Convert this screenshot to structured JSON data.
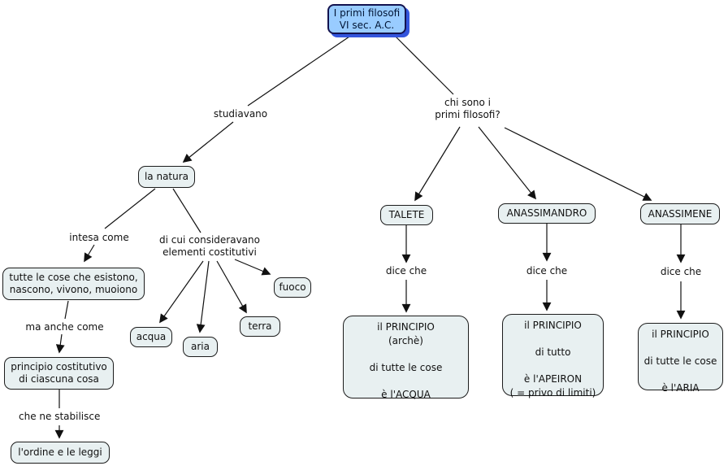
{
  "map": {
    "title": "I primi filosofi - concept map",
    "colors": {
      "root_fill": "#99ccff",
      "root_shadow": "#3355dd",
      "node_fill": "#e8f0f1",
      "connector": "#111111"
    },
    "root": {
      "lines": [
        "I primi filosofi",
        "VI sec. A.C."
      ]
    },
    "links": {
      "studiavano": "studiavano",
      "chi_sono": {
        "lines": [
          "chi sono i",
          "primi filosofi?"
        ]
      },
      "intesa_come": "intesa come",
      "di_cui": {
        "lines": [
          "di cui consideravano",
          "elementi costitutivi"
        ]
      },
      "ma_anche_come": "ma anche come",
      "che_ne_stabilisce": "che ne stabilisce",
      "dice_che_talete": "dice che",
      "dice_che_anassimandro": "dice che",
      "dice_che_anassimene": "dice che"
    },
    "nodes": {
      "la_natura": "la natura",
      "tutte_le_cose": {
        "lines": [
          "tutte le cose che esistono,",
          "nascono, vivono, muoiono"
        ]
      },
      "principio_costitutivo": {
        "lines": [
          "principio costitutivo",
          "di ciascuna cosa"
        ]
      },
      "ordine_leggi": "l'ordine e le leggi",
      "acqua": "acqua",
      "aria": "aria",
      "terra": "terra",
      "fuoco": "fuoco",
      "talete": "TALETE",
      "anassimandro": "ANASSIMANDRO",
      "anassimene": "ANASSIMENE",
      "principio_acqua": {
        "lines": [
          "il PRINCIPIO",
          "(archè)",
          "",
          "di tutte le cose",
          "",
          "è l'ACQUA"
        ]
      },
      "principio_apeiron": {
        "lines": [
          "il PRINCIPIO",
          "",
          "di tutto",
          "",
          "è l'APEIRON",
          "( = privo di limiti)"
        ]
      },
      "principio_aria": {
        "lines": [
          "il PRINCIPIO",
          "",
          "di tutte le cose",
          "",
          "è l'ARIA"
        ]
      }
    }
  }
}
